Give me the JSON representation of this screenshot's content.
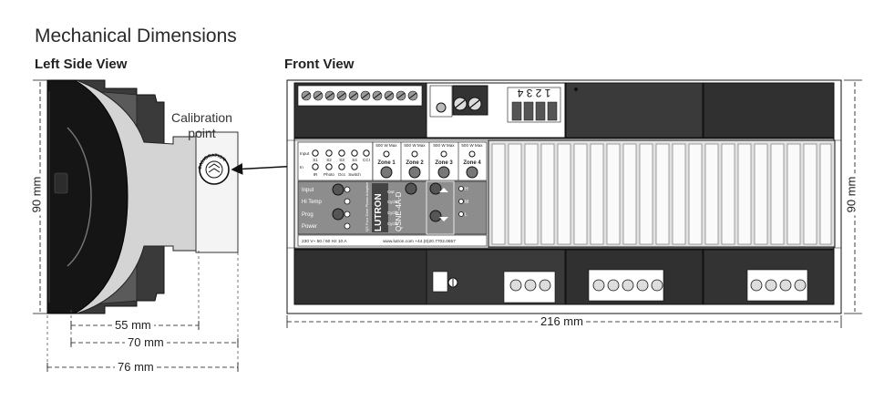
{
  "title": "Mechanical Dimensions",
  "views": {
    "left_label": "Left Side View",
    "front_label": "Front View"
  },
  "callout": {
    "calibration_line1": "Calibration",
    "calibration_line2": "point",
    "seal_text": "CALIBRATION"
  },
  "dimensions": {
    "height_left": "90 mm",
    "height_right": "90 mm",
    "d55": "55 mm",
    "d70": "70 mm",
    "d76": "76 mm",
    "d216": "216 mm"
  },
  "device": {
    "terminal_numbers": "1 2 3 4",
    "brand": "LUTRON",
    "model": "QSNE-4A-D",
    "subtitle": "QS Four Zone Phase Adaptive",
    "led_top_row": [
      "S1",
      "S2",
      "S3",
      "S4",
      "CCI"
    ],
    "led_bottom_row": [
      "IR",
      "Photo",
      "Occ",
      "Switch"
    ],
    "led_row_prefix_top": "Input",
    "led_row_prefix_bottom": "In",
    "zone_ratings": [
      "500 W Max",
      "500 W Max",
      "500 W Max",
      "500 W Max"
    ],
    "zones": [
      "Zone 1",
      "Zone 2",
      "Zone 3",
      "Zone 4"
    ],
    "left_controls": [
      "Input",
      "Hi Temp",
      "Prog",
      "Power"
    ],
    "mid_controls": [
      "Cwt",
      "Cycl1",
      "Cycl2",
      "Cycl3"
    ],
    "levels": [
      "H",
      "M",
      "L"
    ],
    "footer_left": "230 V~ 50 / 60 Hz  10 A",
    "footer_right": "www.lutron.com  +44.(0)20.7702.0657"
  }
}
